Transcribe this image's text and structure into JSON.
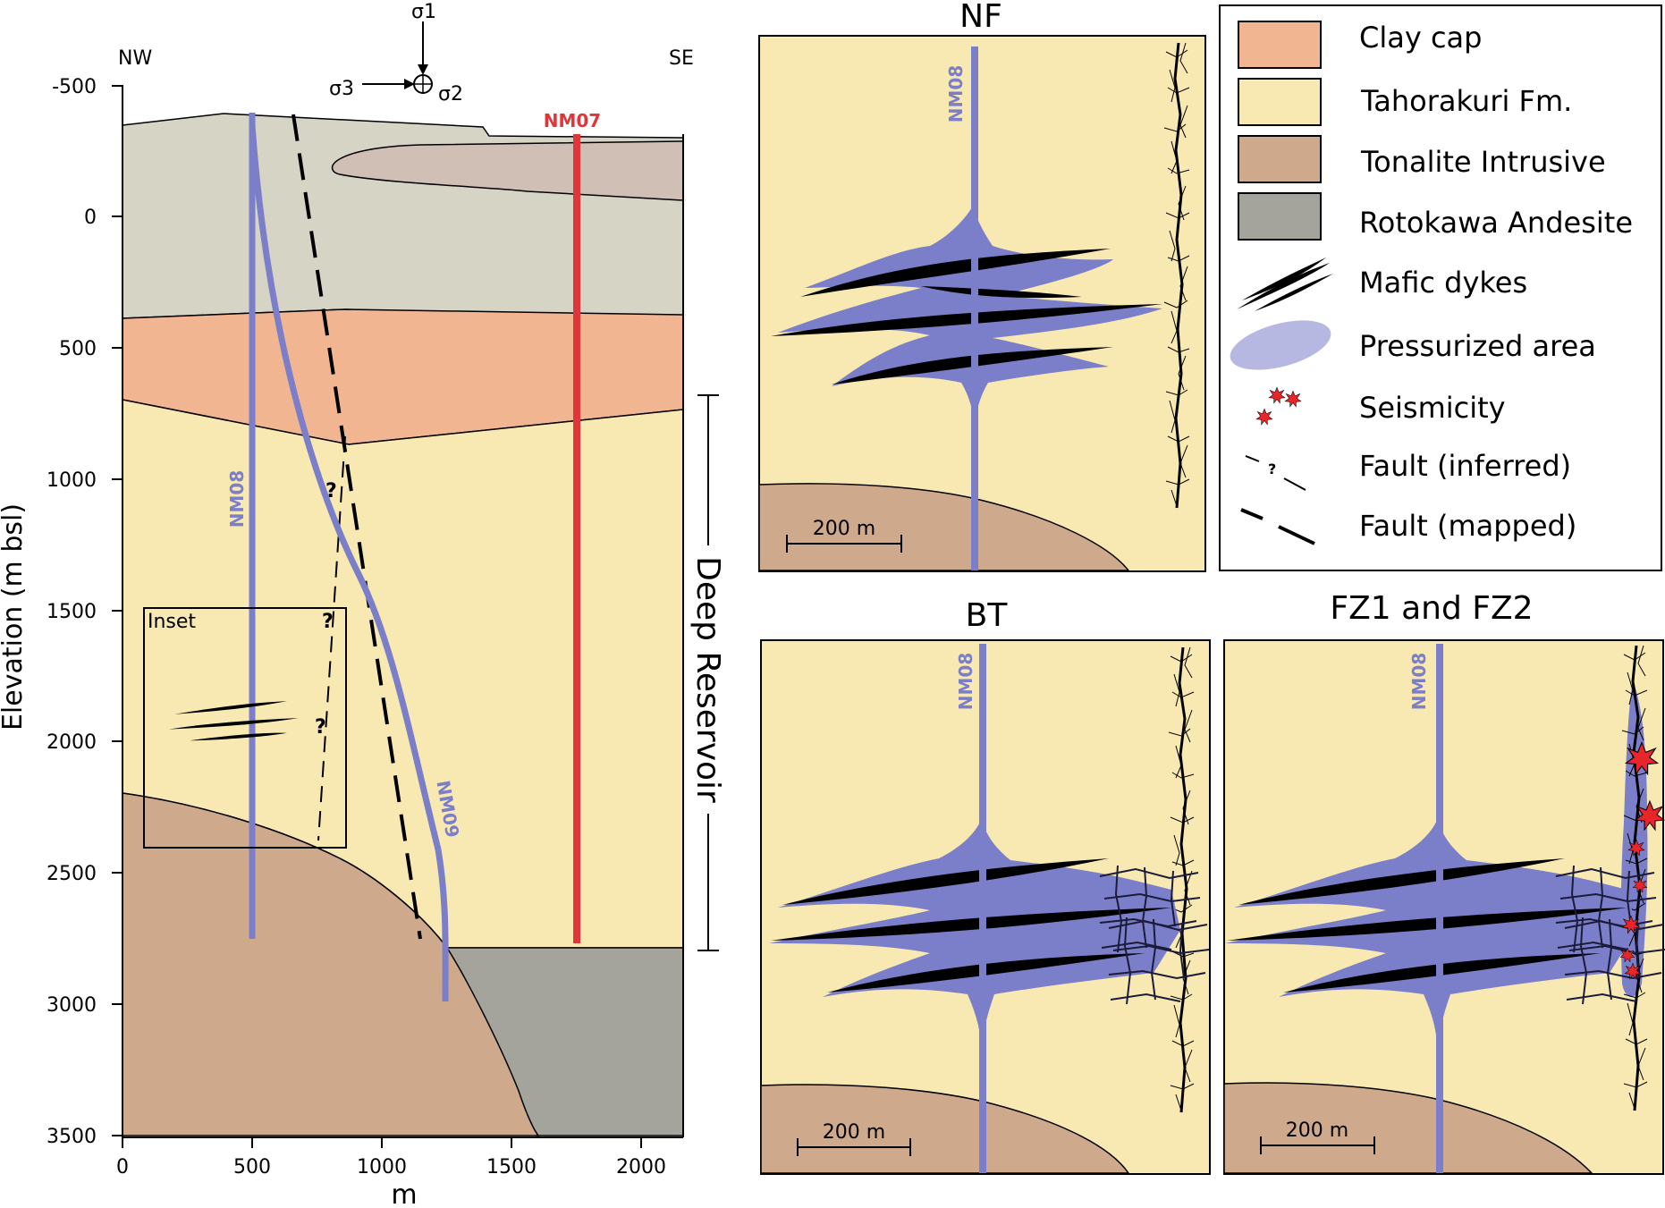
{
  "cross_section": {
    "compass": {
      "left": "NW",
      "right": "SE"
    },
    "stress": {
      "s1": "σ1",
      "s2": "σ2",
      "s3": "σ3"
    },
    "y_axis": {
      "label": "Elevation (m bsl)",
      "ticks": [
        "-500",
        "0",
        "500",
        "1000",
        "1500",
        "2000",
        "2500",
        "3000",
        "3500"
      ]
    },
    "x_axis": {
      "label": "m",
      "ticks": [
        "0",
        "500",
        "1000",
        "1500",
        "2000"
      ]
    },
    "wells": {
      "nm07": "NM07",
      "nm08": "NM08",
      "nm09": "NM09"
    },
    "inset_label": "Inset",
    "question": "?",
    "deep_reservoir": "Deep Reservoir"
  },
  "panels": {
    "nf": {
      "title": "NF",
      "well": "NM08",
      "scale": "200 m"
    },
    "bt": {
      "title": "BT",
      "well": "NM08",
      "scale": "200 m"
    },
    "fz": {
      "title": "FZ1 and FZ2",
      "well": "NM08",
      "scale": "200 m"
    }
  },
  "legend": {
    "items": [
      {
        "label": "Clay cap",
        "color": "#f2b591"
      },
      {
        "label": "Tahorakuri Fm.",
        "color": "#f8e8b2"
      },
      {
        "label": "Tonalite Intrusive",
        "color": "#cfa98b"
      },
      {
        "label": "Rotokawa Andesite",
        "color": "#a5a49c"
      },
      {
        "label": "Mafic dykes"
      },
      {
        "label": "Pressurized area",
        "color": "#7b7ec8"
      },
      {
        "label": "Seismicity",
        "color": "#e8252a"
      },
      {
        "label": "Fault (inferred)",
        "symbol": "?"
      },
      {
        "label": "Fault (mapped)"
      }
    ]
  },
  "colors": {
    "clay": "#f2b591",
    "tahorakuri": "#f8e8b2",
    "tonalite": "#cfa98b",
    "andesite": "#a5a49c",
    "upper_unit": "#d6d4c5",
    "lens": "#cfbfb5",
    "well_blue": "#7b7ec8",
    "well_red": "#e0363a"
  }
}
